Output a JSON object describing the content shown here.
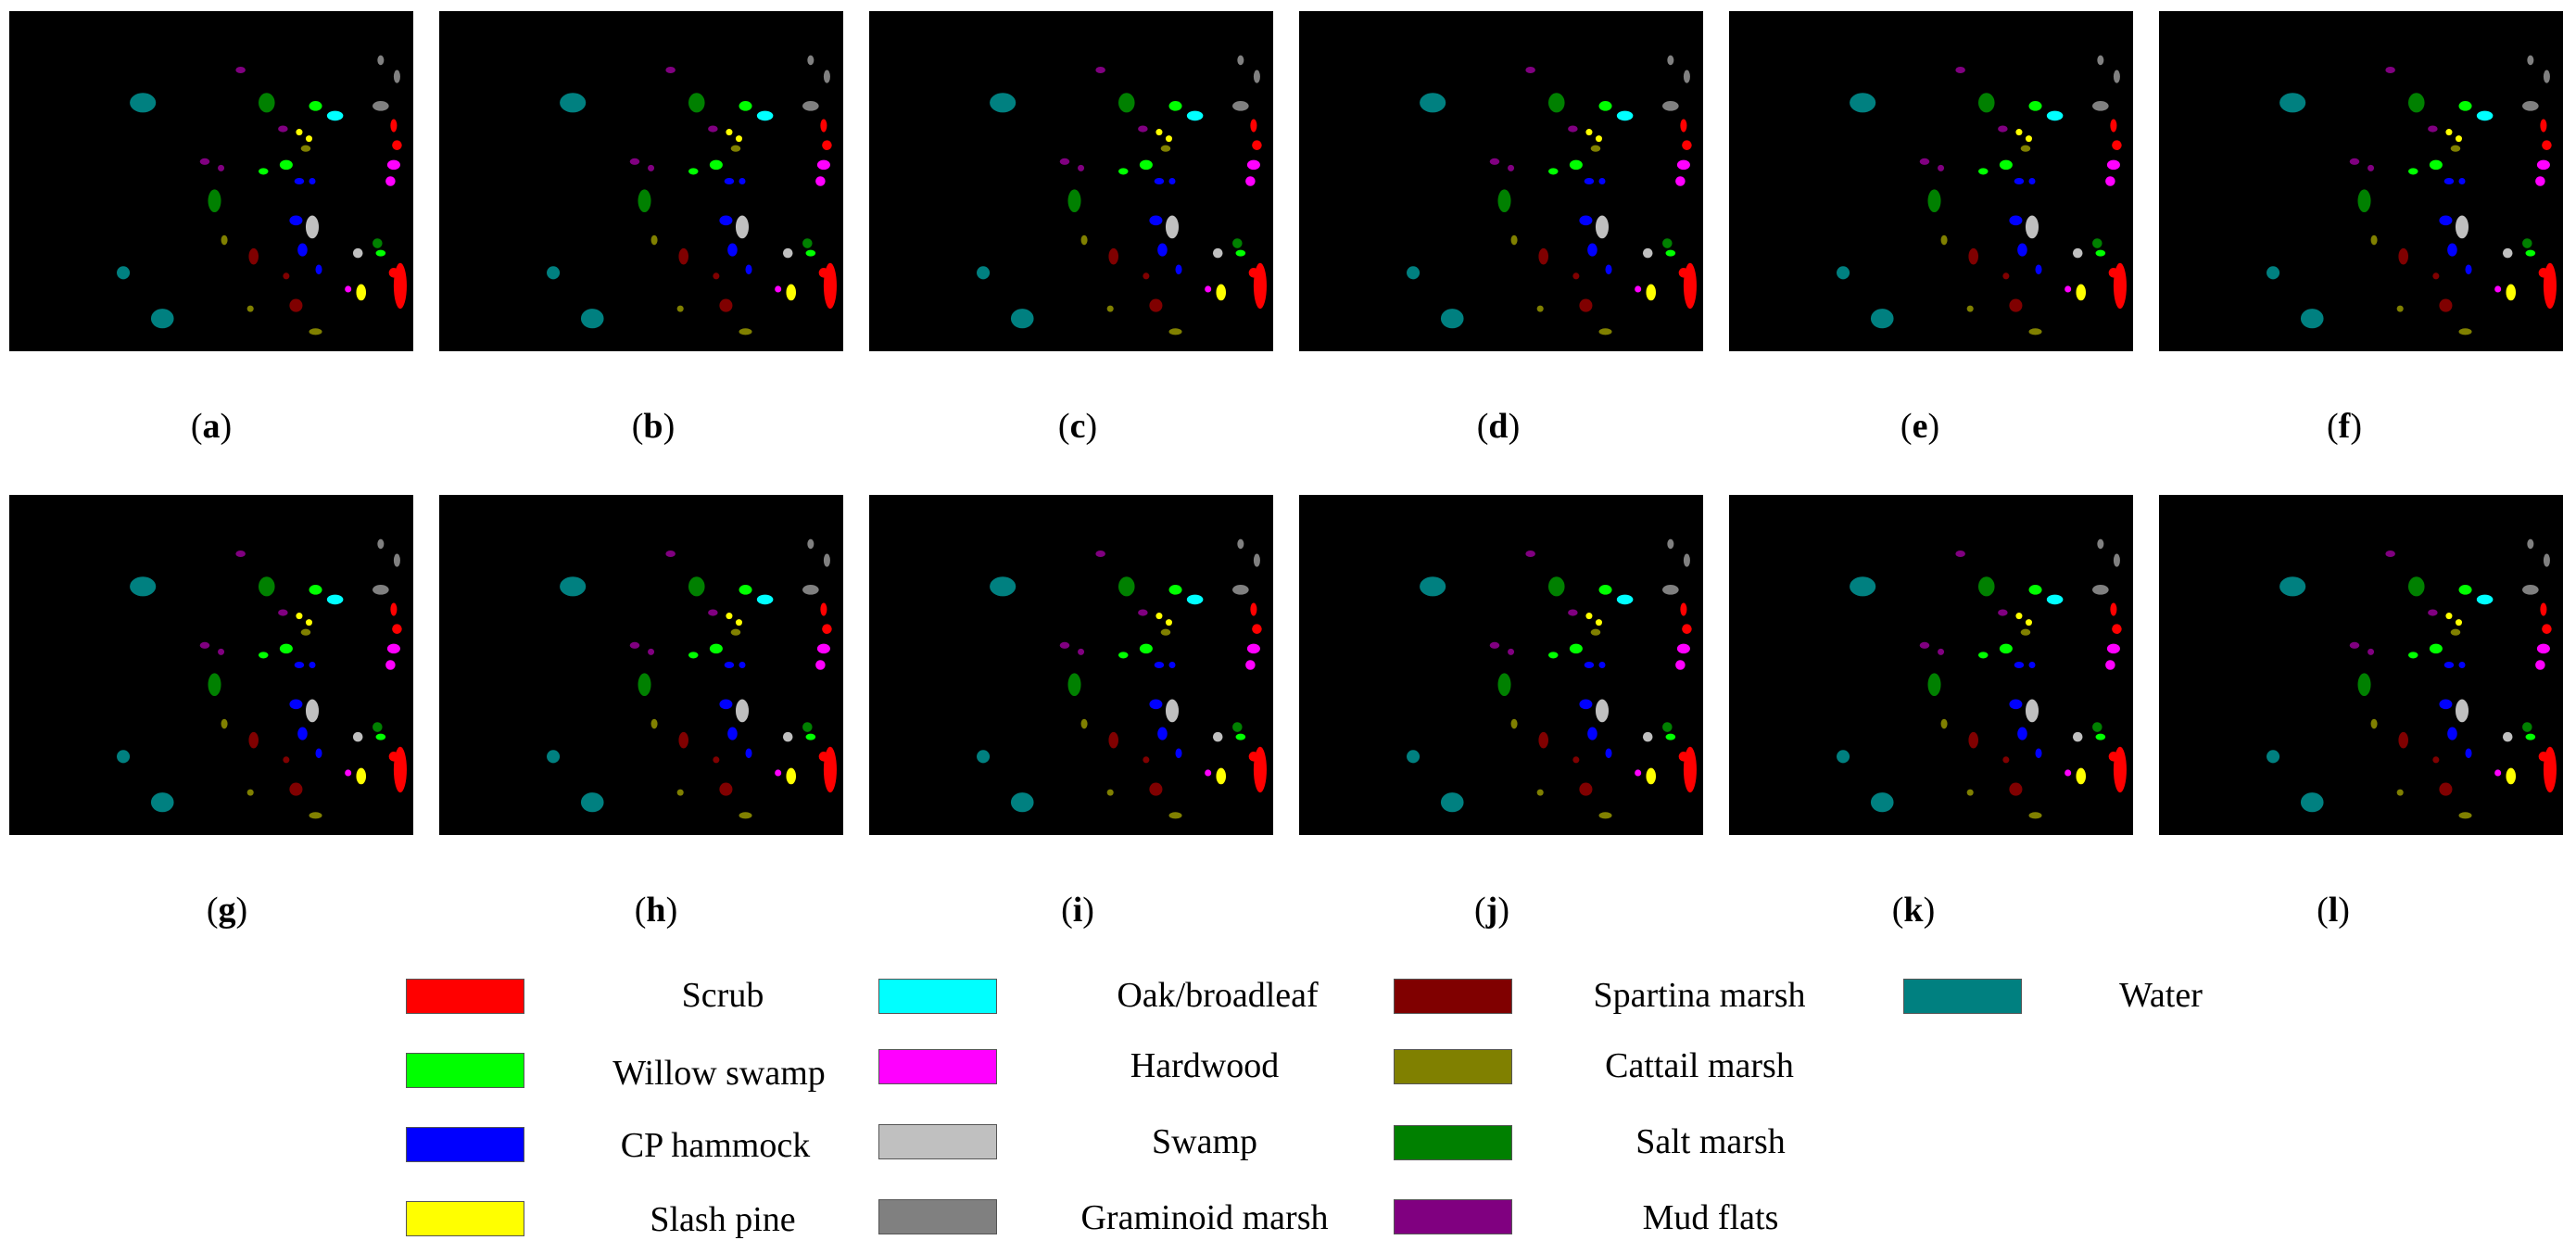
{
  "panels": [
    {
      "label": "a"
    },
    {
      "label": "b"
    },
    {
      "label": "c"
    },
    {
      "label": "d"
    },
    {
      "label": "e"
    },
    {
      "label": "f"
    },
    {
      "label": "g"
    },
    {
      "label": "h"
    },
    {
      "label": "i"
    },
    {
      "label": "j"
    },
    {
      "label": "k"
    },
    {
      "label": "l"
    }
  ],
  "legend": [
    {
      "label": "Scrub",
      "color": "#ff0000"
    },
    {
      "label": "Willow swamp",
      "color": "#00ff00"
    },
    {
      "label": "CP hammock",
      "color": "#0000ff"
    },
    {
      "label": "Slash pine",
      "color": "#ffff00"
    },
    {
      "label": "Oak/broadleaf",
      "color": "#00ffff"
    },
    {
      "label": "Hardwood",
      "color": "#ff00ff"
    },
    {
      "label": "Swamp",
      "color": "#c0c0c0"
    },
    {
      "label": "Graminoid marsh",
      "color": "#808080"
    },
    {
      "label": "Spartina marsh",
      "color": "#800000"
    },
    {
      "label": "Cattail marsh",
      "color": "#808000"
    },
    {
      "label": "Salt marsh",
      "color": "#008000"
    },
    {
      "label": "Mud flats",
      "color": "#800080"
    },
    {
      "label": "Water",
      "color": "#008080"
    }
  ]
}
